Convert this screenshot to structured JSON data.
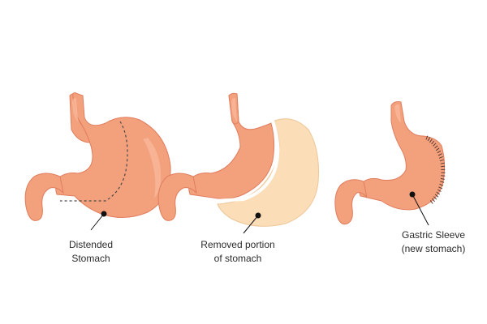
{
  "colors": {
    "stomach_fill": "#F3A07D",
    "stomach_stroke": "#E07E5E",
    "highlight": "#F7B899",
    "removed_fill": "#FBDDB7",
    "removed_stroke": "#EDC79A",
    "cut_line": "#4a4a4a",
    "staples": "#5a3a30",
    "pointer": "#111111"
  },
  "panels": [
    {
      "id": "distended",
      "label_lines": [
        "Distended",
        "Stomach"
      ]
    },
    {
      "id": "removed",
      "label_lines": [
        "Removed portion",
        "of stomach"
      ]
    },
    {
      "id": "sleeve",
      "label_lines": [
        "Gastric Sleeve",
        "(new stomach)"
      ]
    }
  ]
}
